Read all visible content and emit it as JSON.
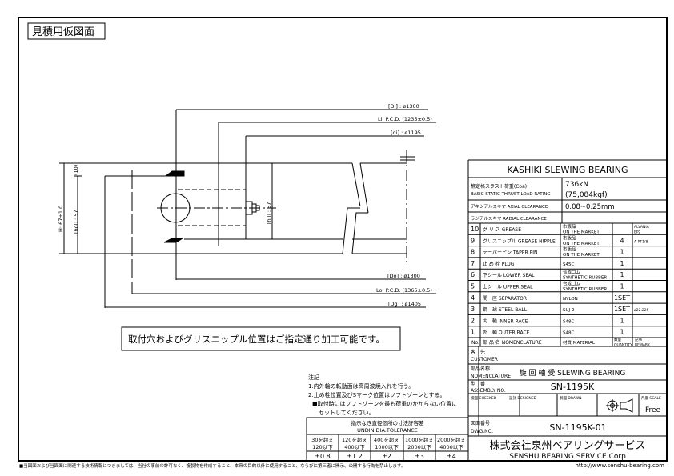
{
  "stamp": "見積用仮図面",
  "drawing": {
    "Di": "[Di] : ø1300",
    "Li": "Li: P.C.D. (1235±0.5)",
    "di": "[di] : ø1195",
    "Do": "[Do] : ø1300",
    "Lo": "Lo: P.C.D. (1365±0.5)",
    "Dg": "[Dg] : ø1405",
    "H": "H: 67±1.0",
    "hol": "[hol] : 57",
    "hil": "[hil] : 57",
    "gap": "(10)"
  },
  "notice": "取付穴およびグリスニップル位置はご指定通り加工可能です。",
  "notes": {
    "title": "注記",
    "lines": [
      "1.内外輪の転動面は高周波焼入れを行う。",
      "2.止め栓位置及びSマーク位置はソフトゾーンとする。",
      "■取付時にはソフトゾーンを最も荷重のかからない位置に",
      "セットしてください。"
    ]
  },
  "tolerance": {
    "title_jp": "指示なき直径個所の寸法許容差",
    "title_en": "UNDIN.DIA.TOLERANCE",
    "ranges": [
      {
        "over": "30を超え",
        "upto": "120以下",
        "value": "±0.8"
      },
      {
        "over": "120を超え",
        "upto": "400以下",
        "value": "±1.2"
      },
      {
        "over": "400を超え",
        "upto": "1000以下",
        "value": "±2"
      },
      {
        "over": "1000を超え",
        "upto": "2000以下",
        "value": "±3"
      },
      {
        "over": "2000を超え",
        "upto": "4000以下",
        "value": "±4"
      }
    ]
  },
  "title_block": {
    "title": "KASHIKI SLEWING BEARING",
    "load_label_jp": "静定格スラスト荷重(Coa)",
    "load_label_en": "BASIC STATIC THRUST LOAD RATING",
    "load_value1": "736kN",
    "load_value2": "(75,084kgf)",
    "axial_label": "アキシアルスキマ AXIAL CLEARANCE",
    "axial_value": "0.08~0.25mm",
    "radial_label": "ラジアルスキマ RADIAL CLEARANCE",
    "radial_value": "",
    "parts": [
      {
        "no": "10",
        "name": "グ リ ス GREASE",
        "material": "市販品 ON THE MARKET",
        "qty": "",
        "remark": "ALVANIA EP2"
      },
      {
        "no": "9",
        "name": "グリスニップル GREASE NIPPLE",
        "material": "市販品 ON THE MARKET",
        "qty": "4",
        "remark": "A-PT1/8"
      },
      {
        "no": "8",
        "name": "テーパーピン TAPER PIN",
        "material": "市販品 ON THE MARKET",
        "qty": "1",
        "remark": ""
      },
      {
        "no": "7",
        "name": "止 め 栓 PLUG",
        "material": "S45C",
        "qty": "1",
        "remark": ""
      },
      {
        "no": "6",
        "name": "下シール LOWER SEAL",
        "material": "合成ゴム SYNTHETIC RUBBER",
        "qty": "1",
        "remark": ""
      },
      {
        "no": "5",
        "name": "上シール UPPER SEAL",
        "material": "合成ゴム SYNTHETIC RUBBER",
        "qty": "1",
        "remark": ""
      },
      {
        "no": "4",
        "name": "間　座 SEPARATOR",
        "material": "NYLON",
        "qty": "1SET",
        "remark": ""
      },
      {
        "no": "3",
        "name": "鋼　球 STEEL BALL",
        "material": "SUJ-2",
        "qty": "1SET",
        "remark": "ø22.225"
      },
      {
        "no": "2",
        "name": "内　輪 INNER RACE",
        "material": "S48C",
        "qty": "1",
        "remark": ""
      },
      {
        "no": "1",
        "name": "外　輪 OUTER RACE",
        "material": "S48C",
        "qty": "1",
        "remark": ""
      }
    ],
    "header": {
      "no": "No.",
      "name": "部 品 名 NOMENCLATURE",
      "material": "材質 MATERIAL",
      "qty": "数量 QUANTITY",
      "remark": "記事 REMARK"
    },
    "customer_jp": "客　先",
    "customer_en": "CUSTOMER",
    "customer_value": "",
    "nomenclature_jp": "部品名称",
    "nomenclature_en": "NOMENCLATURE",
    "nomenclature_value": "旋 回 軸 受  SLEWING BEARING",
    "assembly_jp": "型　番",
    "assembly_en": "ASSEMBLY NO.",
    "assembly_value": "SN-1195K",
    "checked": "検図 CHECKED",
    "designed": "設計 DESIGNED",
    "drawn": "製図 DRAWN",
    "scale_label": "尺度 SCALE",
    "scale_value": "Free",
    "dwg_jp": "図面番号",
    "dwg_en": "DWG.NO.",
    "dwg_value": "SN-1195K-01",
    "company_jp": "株式会社泉州ベアリングサービス",
    "company_en": "SENSHU BEARING SERVICE Corp"
  },
  "footer": {
    "copyright": "■当図面および当図面に関連する技術情報につきましては、当社の事前の許可なく、複製物を作成すること、本来の目的以外に使用すること、ならびに第三者に開示、公開する行為を禁止します。",
    "url": "http://www.senshu-bearing.com"
  }
}
